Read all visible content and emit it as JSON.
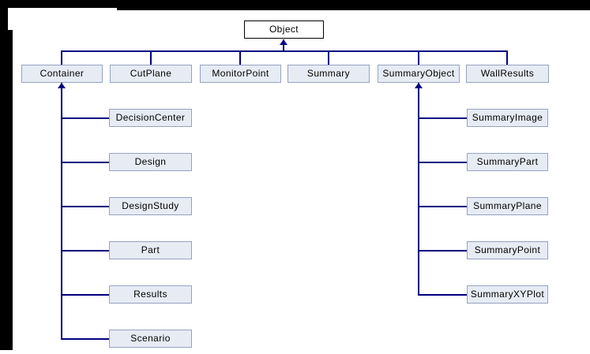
{
  "diagram": {
    "root": "Object",
    "level1": [
      "Container",
      "CutPlane",
      "MonitorPoint",
      "Summary",
      "SummaryObject",
      "WallResults"
    ],
    "container_children": [
      "DecisionCenter",
      "Design",
      "DesignStudy",
      "Part",
      "Results",
      "Scenario"
    ],
    "summary_object_children": [
      "SummaryImage",
      "SummaryPart",
      "SummaryPlane",
      "SummaryPoint",
      "SummaryXYPlot"
    ],
    "colors": {
      "background": "#ffffff",
      "frame": "#000000",
      "node_fill": "#e7ebf4",
      "node_border": "#95a2c0",
      "root_fill": "#ffffff",
      "root_border": "#000000",
      "connector": "#000080"
    }
  }
}
